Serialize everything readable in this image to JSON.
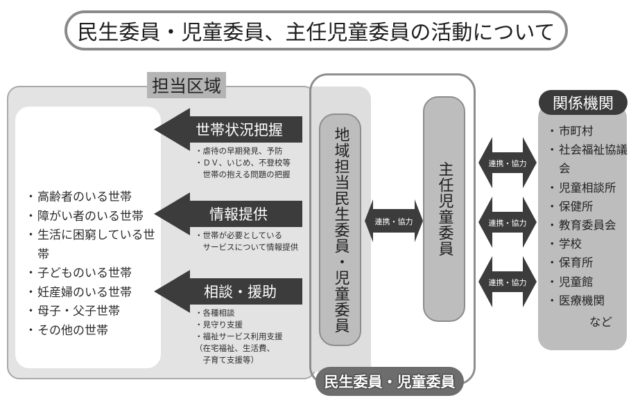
{
  "title": "民生委員・児童委員、主任児童委員の活動について",
  "area": {
    "label": "担当区域",
    "households": [
      "高齢者のいる世帯",
      "障がい者のいる世帯",
      "生活に困窮している世帯",
      "子どものいる世帯",
      "妊産婦のいる世帯",
      "母子・父子世帯",
      "その他の世帯"
    ]
  },
  "activities": [
    {
      "label": "世帯状況把握",
      "notes": [
        "・虐待の早期発見、予防",
        "・ＤＶ、いじめ、不登校等",
        "　世帯の抱える問題の把握"
      ]
    },
    {
      "label": "情報提供",
      "notes": [
        "・世帯が必要としている",
        "　サービスについて情報提供"
      ]
    },
    {
      "label": "相談・援助",
      "notes": [
        "・各種相談",
        "・見守り支援",
        "・福祉サービス利用支援",
        "（在宅福祉、生活費、",
        "　子育て支援等）"
      ]
    }
  ],
  "committee": {
    "local_member": "地域担当民生委員・児童委員",
    "chief_member": "主任児童委員",
    "group_label": "民生委員・児童委員"
  },
  "cooperation_label": "連携・協力",
  "organizations": {
    "header": "関係機関",
    "items": [
      "市町村",
      "社会福祉協議会",
      "児童相談所",
      "保健所",
      "教育委員会",
      "学校",
      "保育所",
      "児童館",
      "医療機関"
    ],
    "suffix": "など"
  },
  "colors": {
    "dark_arrow": "#3c3c3c",
    "pill_gray": "#bdbdbd",
    "area_gray": "#e3e3e3",
    "badge_gray": "#6d6d6d"
  }
}
